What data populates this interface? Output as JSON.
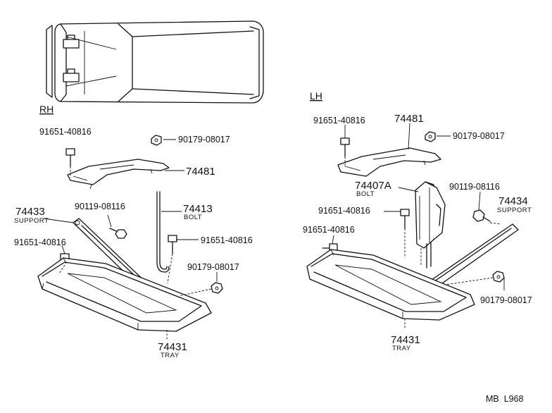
{
  "headers": {
    "rh": "RH",
    "lh": "LH"
  },
  "rh": {
    "bolt_top": "91651-40816",
    "nut_top": "90179-08017",
    "bracket": "74481",
    "support_no": "74433",
    "support_word": "SUPPORT",
    "bolt_mid": "90119-08116",
    "rod_no": "74413",
    "rod_word": "BOLT",
    "bolt_right": "91651-40816",
    "bolt_left": "91651-40816",
    "nut_right": "90179-08017",
    "tray_no": "74431",
    "tray_word": "TRAY"
  },
  "lh": {
    "bolt_top": "91651-40816",
    "bracket": "74481",
    "nut_top": "90179-08017",
    "clamp_no": "74407A",
    "clamp_word": "BOLT",
    "bolt_support": "90119-08116",
    "support_no": "74434",
    "support_word": "SUPPORT",
    "bolt_mid": "91651-40816",
    "bolt_left": "91651-40816",
    "nut_right": "90179-08017",
    "tray_no": "74431",
    "tray_word": "TRAY"
  },
  "footer": {
    "code": "MB  L968"
  }
}
